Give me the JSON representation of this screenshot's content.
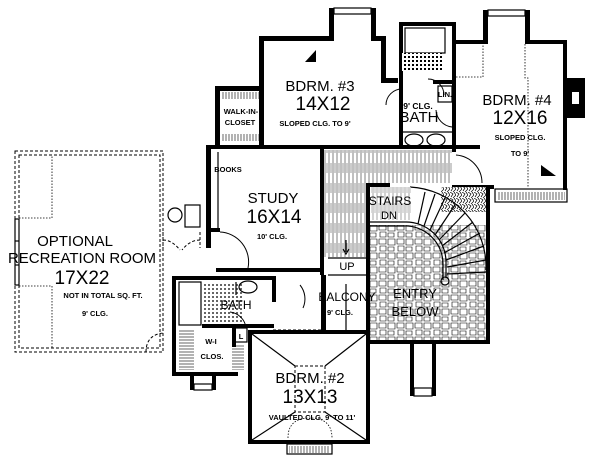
{
  "rooms": {
    "recreation": {
      "name_line1": "OPTIONAL",
      "name_line2": "RECREATION ROOM",
      "size": "17X22",
      "note": "NOT IN TOTAL SQ. FT.",
      "ceiling": "9' CLG."
    },
    "bedroom3": {
      "name": "BDRM. #3",
      "size": "14X12",
      "ceiling": "SLOPED CLG.  TO 9'"
    },
    "walkin_closet": {
      "line1": "WALK-IN-",
      "line2": "CLOSET"
    },
    "bath_upper": {
      "name": "BATH",
      "ceiling": "9' CLG.",
      "linen": "LIN."
    },
    "bedroom4": {
      "name": "BDRM. #4",
      "size": "12X16",
      "ceiling_line1": "SLOPED CLG.",
      "ceiling_line2": "TO 9'"
    },
    "study": {
      "name": "STUDY",
      "size": "16X14",
      "ceiling": "10' CLG.",
      "books": "BOOKS"
    },
    "stairs": {
      "line1": "STAIRS",
      "line2": "DN",
      "up": "UP"
    },
    "entry": {
      "line1": "ENTRY",
      "line2": "BELOW"
    },
    "balcony": {
      "name": "BALCONY",
      "ceiling": "9' CLG."
    },
    "bath_lower": {
      "name": "BATH",
      "linen": "L"
    },
    "wi_closet": {
      "line1": "W-I",
      "line2": "CLOS."
    },
    "bedroom2": {
      "name": "BDRM. #2",
      "size": "13X13",
      "ceiling": "VAULTED CLG.  9' TO 11'"
    }
  }
}
